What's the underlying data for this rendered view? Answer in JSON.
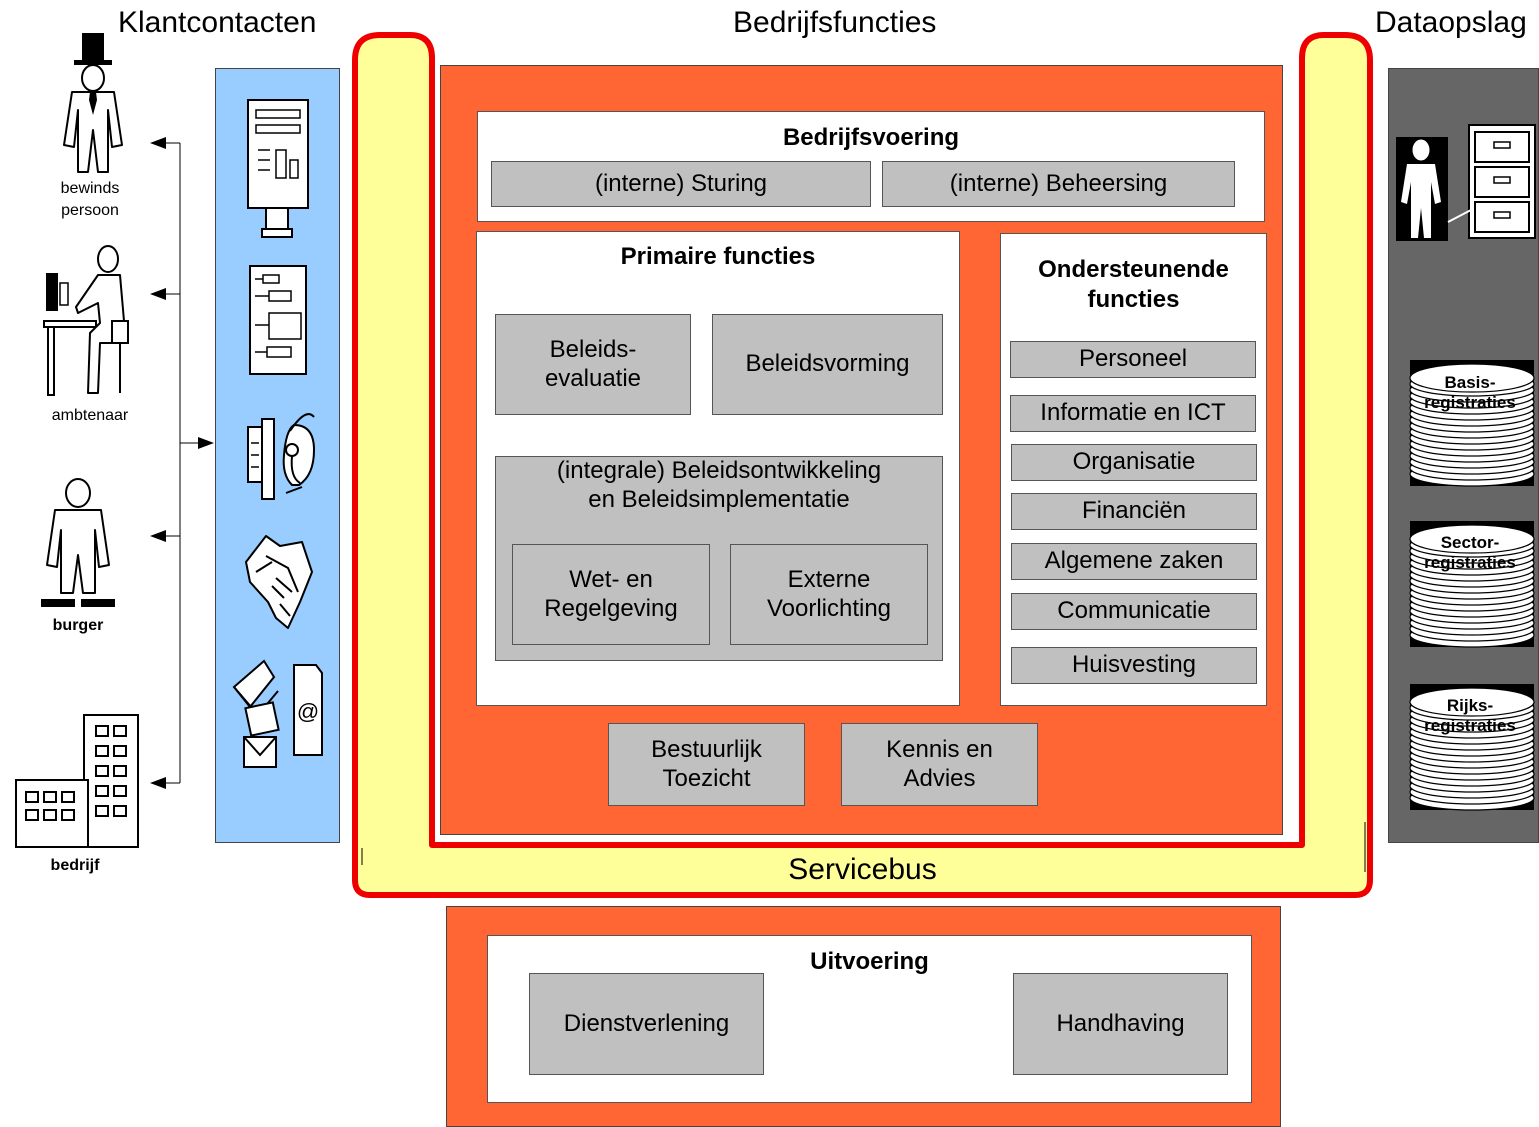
{
  "headings": {
    "left": "Klantcontacten",
    "center": "Bedrijfsfuncties",
    "right": "Dataopslag"
  },
  "actors": [
    {
      "label": "bewinds\npersoon",
      "icon": "top-hat-person-icon"
    },
    {
      "label": "ambtenaar",
      "icon": "desk-worker-icon"
    },
    {
      "label": "burger",
      "icon": "citizen-icon"
    },
    {
      "label": "bedrijf",
      "icon": "office-building-icon"
    }
  ],
  "channels": [
    {
      "icon": "kiosk-terminal-icon"
    },
    {
      "icon": "form-document-icon"
    },
    {
      "icon": "phone-headset-icon"
    },
    {
      "icon": "handshake-icon"
    },
    {
      "icon": "mail-email-icon"
    }
  ],
  "bedrijfsvoering": {
    "title": "Bedrijfsvoering",
    "items": [
      "(interne) Sturing",
      "(interne) Beheersing"
    ]
  },
  "primaire": {
    "title": "Primaire functies",
    "evaluatie": "Beleids-\nevaluatie",
    "vorming": "Beleidsvorming",
    "integraal": "(integrale) Beleidsontwikkeling\nen Beleidsimplementatie",
    "wet": "Wet- en\nRegelgeving",
    "voorlichting": "Externe\nVoorlichting"
  },
  "ondersteunend": {
    "title": "Ondersteunende\nfuncties",
    "items": [
      "Personeel",
      "Informatie en ICT",
      "Organisatie",
      "Financiën",
      "Algemene zaken",
      "Communicatie",
      "Huisvesting"
    ]
  },
  "toezicht": "Bestuurlijk\nToezicht",
  "advies": "Kennis en\nAdvies",
  "servicebus": "Servicebus",
  "uitvoering": {
    "title": "Uitvoering",
    "items": [
      "Dienstverlening",
      "Handhaving"
    ]
  },
  "storage": {
    "registrations": [
      "Basis-\nregistraties",
      "Sector-\nregistraties",
      "Rijks-\nregistraties"
    ]
  },
  "colors": {
    "orange": "#ff6633",
    "bus_yellow": "#ffff99",
    "bus_border": "#ee0000",
    "channel_blue": "#99ccff",
    "storage_gray": "#666666",
    "box_gray": "#c0c0c0"
  }
}
